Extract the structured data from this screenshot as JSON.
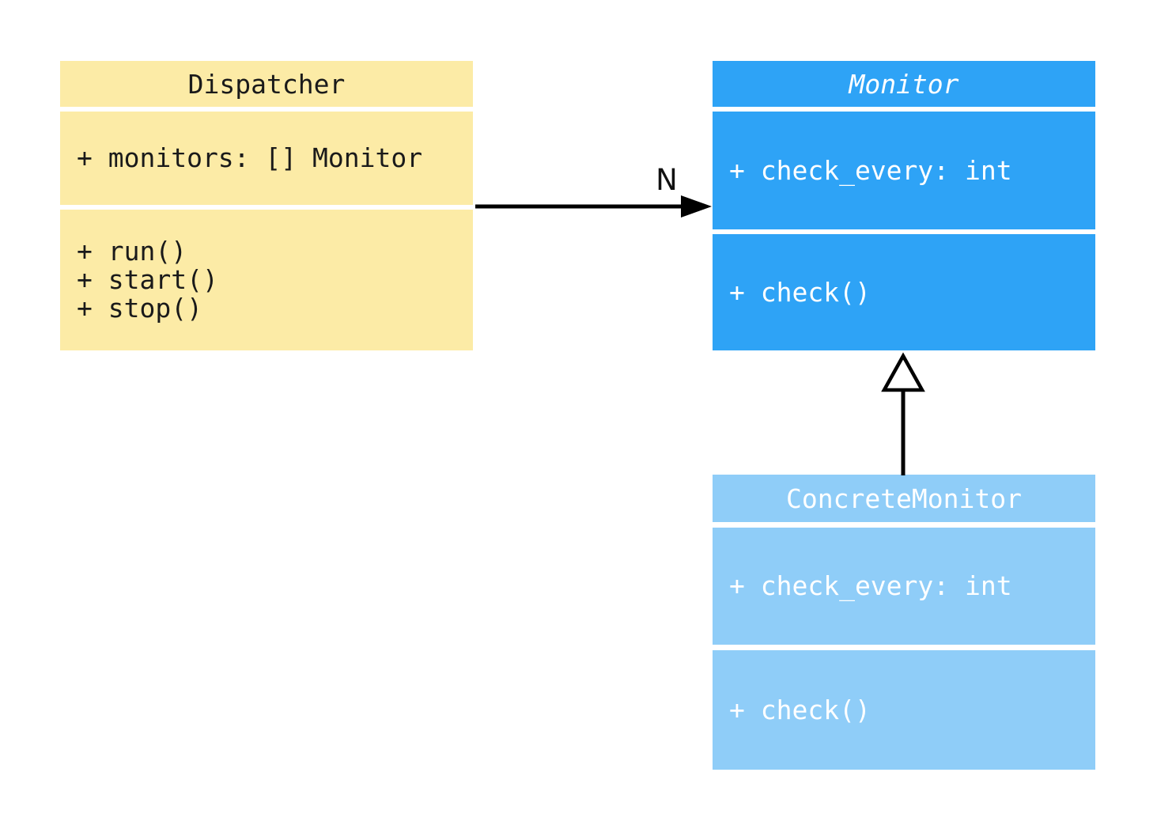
{
  "diagram": {
    "kind": "uml-class-diagram",
    "background_color": "#ffffff",
    "edge_color": "#000000",
    "classes": [
      {
        "name": "Dispatcher",
        "title": "Dispatcher",
        "abstract": false,
        "fill_color": "#fceba6",
        "text_color": "#1a1a1a",
        "attributes": [
          "+ monitors: [] Monitor"
        ],
        "methods": [
          "+ run()",
          "+ start()",
          "+ stop()"
        ]
      },
      {
        "name": "Monitor",
        "title": "Monitor",
        "abstract": true,
        "fill_color": "#2ea3f6",
        "text_color": "#ffffff",
        "attributes": [
          "+ check_every: int"
        ],
        "methods": [
          "+ check()"
        ]
      },
      {
        "name": "ConcreteMonitor",
        "title": "ConcreteMonitor",
        "abstract": false,
        "fill_color": "#8fcdf8",
        "text_color": "#ffffff",
        "attributes": [
          "+ check_every: int"
        ],
        "methods": [
          "+ check()"
        ]
      }
    ],
    "relationships": [
      {
        "type": "association",
        "from": "Dispatcher",
        "to": "Monitor",
        "label": "N"
      },
      {
        "type": "inheritance",
        "from": "ConcreteMonitor",
        "to": "Monitor",
        "label": ""
      }
    ]
  }
}
